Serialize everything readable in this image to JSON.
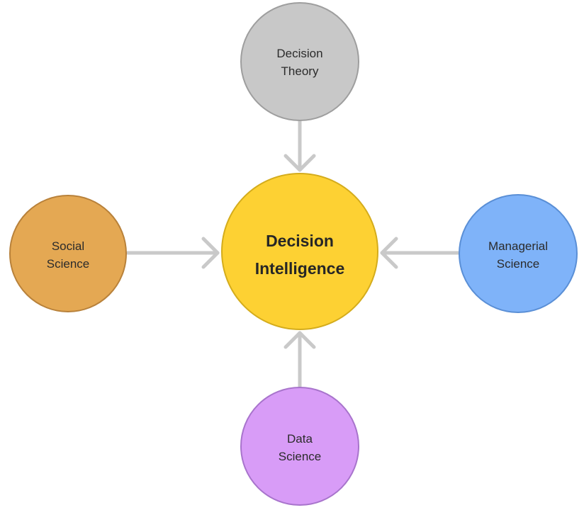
{
  "diagram": {
    "center": {
      "label_lines": [
        "Decision",
        "Intelligence"
      ],
      "fill": "#fdd133",
      "stroke": "#d4ac1c"
    },
    "nodes": [
      {
        "id": "decision-theory",
        "label_lines": [
          "Decision",
          "Theory"
        ],
        "fill": "#c8c8c8",
        "stroke": "#9e9e9e",
        "position": "top"
      },
      {
        "id": "social-science",
        "label_lines": [
          "Social",
          "Science"
        ],
        "fill": "#e4a853",
        "stroke": "#b8813a",
        "position": "left"
      },
      {
        "id": "managerial-science",
        "label_lines": [
          "Managerial",
          "Science"
        ],
        "fill": "#7fb3f9",
        "stroke": "#5a8fd6",
        "position": "right"
      },
      {
        "id": "data-science",
        "label_lines": [
          "Data",
          "Science"
        ],
        "fill": "#d89cf7",
        "stroke": "#a874cc",
        "position": "bottom"
      }
    ],
    "edges": [
      {
        "from": "decision-theory",
        "to": "center"
      },
      {
        "from": "social-science",
        "to": "center"
      },
      {
        "from": "managerial-science",
        "to": "center"
      },
      {
        "from": "data-science",
        "to": "center"
      }
    ],
    "connector_color": "#c9c9c9"
  }
}
